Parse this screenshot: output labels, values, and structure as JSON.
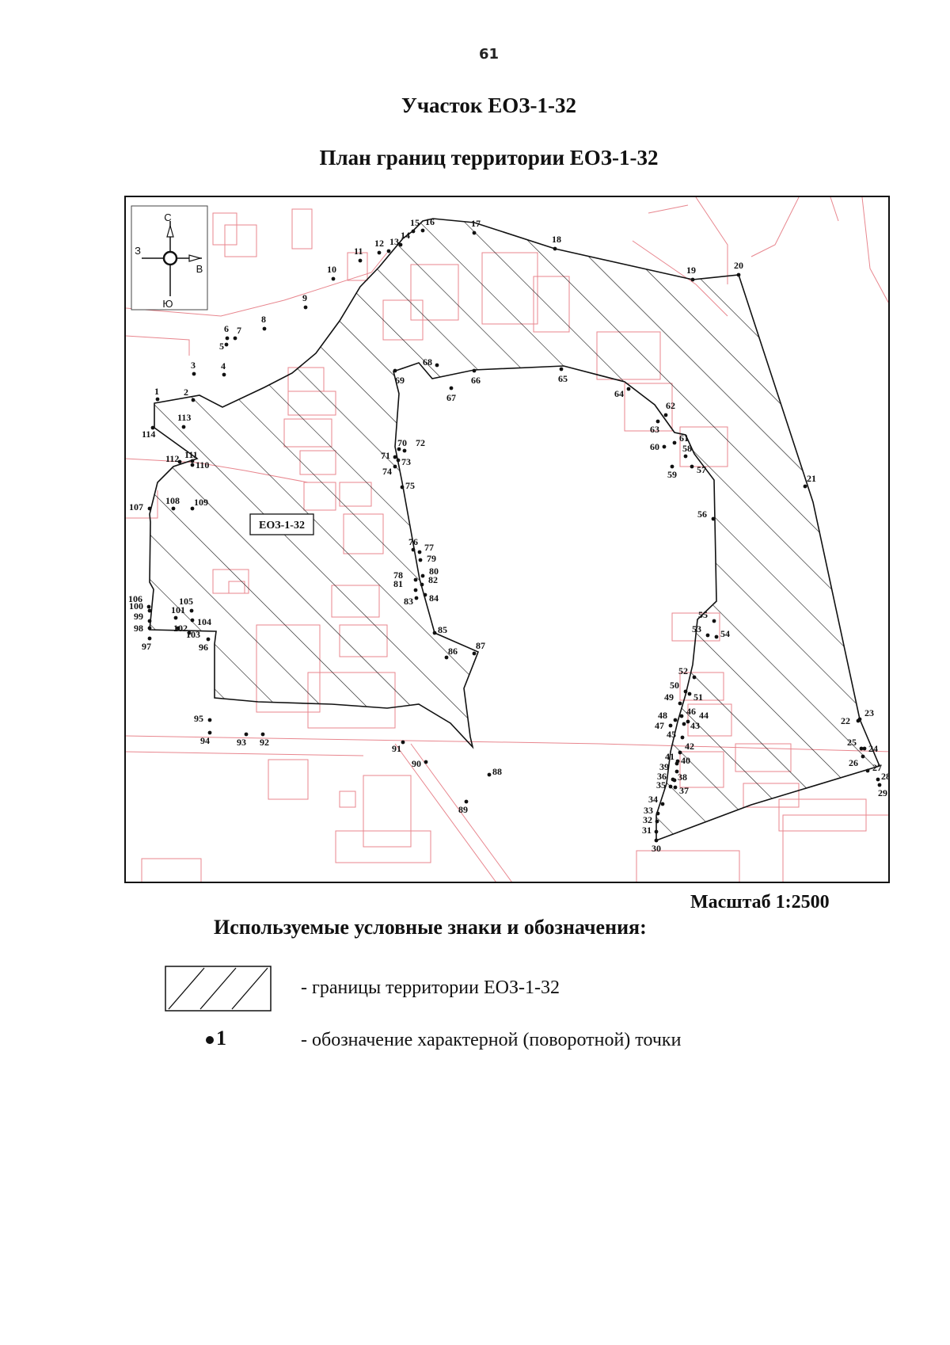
{
  "page_number": "61",
  "title": "Участок ЕОЗ-1-32",
  "subtitle": "План границ территории ЕОЗ-1-32",
  "map": {
    "zone_label": "ЕОЗ-1-32",
    "compass": {
      "north": "С",
      "south": "Ю",
      "east": "В",
      "west": "З"
    },
    "colors": {
      "cadastral_lines": "#e8868e",
      "boundary": "#111111",
      "hatch": "#111111"
    }
  },
  "scale": "Масштаб 1:2500",
  "legend": {
    "title": "Используемые условные знаки и обозначения:",
    "items": [
      {
        "text": "- границы территории ЕОЗ-1-32"
      },
      {
        "symbol": "1",
        "text": "- обозначение характерной (поворотной) точки"
      }
    ]
  }
}
